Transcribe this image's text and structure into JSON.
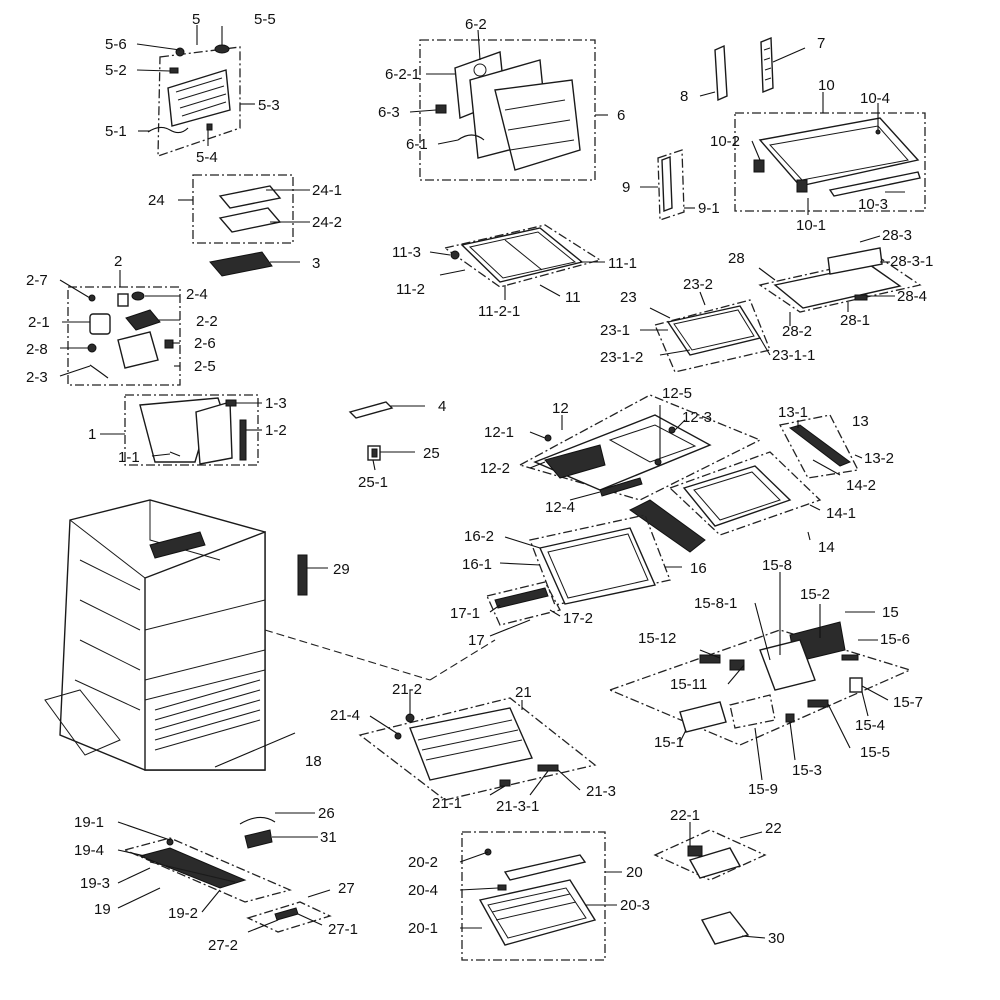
{
  "labels": [
    {
      "id": "5",
      "text": "5"
    },
    {
      "id": "5-5",
      "text": "5-5"
    },
    {
      "id": "5-6",
      "text": "5-6"
    },
    {
      "id": "5-2",
      "text": "5-2"
    },
    {
      "id": "5-3",
      "text": "5-3"
    },
    {
      "id": "5-1",
      "text": "5-1"
    },
    {
      "id": "5-4",
      "text": "5-4"
    },
    {
      "id": "6-2",
      "text": "6-2"
    },
    {
      "id": "6-2-1",
      "text": "6-2-1"
    },
    {
      "id": "6-3",
      "text": "6-3"
    },
    {
      "id": "6",
      "text": "6"
    },
    {
      "id": "6-1",
      "text": "6-1"
    },
    {
      "id": "7",
      "text": "7"
    },
    {
      "id": "8",
      "text": "8"
    },
    {
      "id": "10",
      "text": "10"
    },
    {
      "id": "10-4",
      "text": "10-4"
    },
    {
      "id": "10-2",
      "text": "10-2"
    },
    {
      "id": "9",
      "text": "9"
    },
    {
      "id": "9-1",
      "text": "9-1"
    },
    {
      "id": "10-3",
      "text": "10-3"
    },
    {
      "id": "10-1",
      "text": "10-1"
    },
    {
      "id": "24",
      "text": "24"
    },
    {
      "id": "24-1",
      "text": "24-1"
    },
    {
      "id": "24-2",
      "text": "24-2"
    },
    {
      "id": "3",
      "text": "3"
    },
    {
      "id": "11-3",
      "text": "11-3"
    },
    {
      "id": "11-1",
      "text": "11-1"
    },
    {
      "id": "11-2",
      "text": "11-2"
    },
    {
      "id": "11",
      "text": "11"
    },
    {
      "id": "11-2-1",
      "text": "11-2-1"
    },
    {
      "id": "28",
      "text": "28"
    },
    {
      "id": "28-3",
      "text": "28-3"
    },
    {
      "id": "28-3-1",
      "text": "28-3-1"
    },
    {
      "id": "28-4",
      "text": "28-4"
    },
    {
      "id": "28-2",
      "text": "28-2"
    },
    {
      "id": "28-1",
      "text": "28-1"
    },
    {
      "id": "23",
      "text": "23"
    },
    {
      "id": "23-2",
      "text": "23-2"
    },
    {
      "id": "23-1",
      "text": "23-1"
    },
    {
      "id": "23-1-2",
      "text": "23-1-2"
    },
    {
      "id": "23-1-1",
      "text": "23-1-1"
    },
    {
      "id": "2",
      "text": "2"
    },
    {
      "id": "2-7",
      "text": "2-7"
    },
    {
      "id": "2-4",
      "text": "2-4"
    },
    {
      "id": "2-1",
      "text": "2-1"
    },
    {
      "id": "2-2",
      "text": "2-2"
    },
    {
      "id": "2-6",
      "text": "2-6"
    },
    {
      "id": "2-8",
      "text": "2-8"
    },
    {
      "id": "2-5",
      "text": "2-5"
    },
    {
      "id": "2-3",
      "text": "2-3"
    },
    {
      "id": "1-3",
      "text": "1-3"
    },
    {
      "id": "1",
      "text": "1"
    },
    {
      "id": "1-2",
      "text": "1-2"
    },
    {
      "id": "1-1",
      "text": "1-1"
    },
    {
      "id": "4",
      "text": "4"
    },
    {
      "id": "25",
      "text": "25"
    },
    {
      "id": "25-1",
      "text": "25-1"
    },
    {
      "id": "12-5",
      "text": "12-5"
    },
    {
      "id": "12",
      "text": "12"
    },
    {
      "id": "12-3",
      "text": "12-3"
    },
    {
      "id": "12-1",
      "text": "12-1"
    },
    {
      "id": "12-2",
      "text": "12-2"
    },
    {
      "id": "12-4",
      "text": "12-4"
    },
    {
      "id": "13-1",
      "text": "13-1"
    },
    {
      "id": "13",
      "text": "13"
    },
    {
      "id": "13-2",
      "text": "13-2"
    },
    {
      "id": "14-2",
      "text": "14-2"
    },
    {
      "id": "14-1",
      "text": "14-1"
    },
    {
      "id": "14",
      "text": "14"
    },
    {
      "id": "16-2",
      "text": "16-2"
    },
    {
      "id": "16-1",
      "text": "16-1"
    },
    {
      "id": "16",
      "text": "16"
    },
    {
      "id": "29",
      "text": "29"
    },
    {
      "id": "17-1",
      "text": "17-1"
    },
    {
      "id": "17-2",
      "text": "17-2"
    },
    {
      "id": "17",
      "text": "17"
    },
    {
      "id": "15-8",
      "text": "15-8"
    },
    {
      "id": "15-8-1",
      "text": "15-8-1"
    },
    {
      "id": "15-2",
      "text": "15-2"
    },
    {
      "id": "15",
      "text": "15"
    },
    {
      "id": "15-12",
      "text": "15-12"
    },
    {
      "id": "15-6",
      "text": "15-6"
    },
    {
      "id": "15-11",
      "text": "15-11"
    },
    {
      "id": "15-7",
      "text": "15-7"
    },
    {
      "id": "15-4",
      "text": "15-4"
    },
    {
      "id": "15-1",
      "text": "15-1"
    },
    {
      "id": "15-5",
      "text": "15-5"
    },
    {
      "id": "15-3",
      "text": "15-3"
    },
    {
      "id": "15-9",
      "text": "15-9"
    },
    {
      "id": "21-2",
      "text": "21-2"
    },
    {
      "id": "21",
      "text": "21"
    },
    {
      "id": "21-4",
      "text": "21-4"
    },
    {
      "id": "18",
      "text": "18"
    },
    {
      "id": "21-3",
      "text": "21-3"
    },
    {
      "id": "21-1",
      "text": "21-1"
    },
    {
      "id": "21-3-1",
      "text": "21-3-1"
    },
    {
      "id": "26",
      "text": "26"
    },
    {
      "id": "19-1",
      "text": "19-1"
    },
    {
      "id": "31",
      "text": "31"
    },
    {
      "id": "19-4",
      "text": "19-4"
    },
    {
      "id": "19-3",
      "text": "19-3"
    },
    {
      "id": "27",
      "text": "27"
    },
    {
      "id": "19",
      "text": "19"
    },
    {
      "id": "19-2",
      "text": "19-2"
    },
    {
      "id": "27-1",
      "text": "27-1"
    },
    {
      "id": "27-2",
      "text": "27-2"
    },
    {
      "id": "22-1",
      "text": "22-1"
    },
    {
      "id": "22",
      "text": "22"
    },
    {
      "id": "20-2",
      "text": "20-2"
    },
    {
      "id": "20",
      "text": "20"
    },
    {
      "id": "20-4",
      "text": "20-4"
    },
    {
      "id": "20-3",
      "text": "20-3"
    },
    {
      "id": "20-1",
      "text": "20-1"
    },
    {
      "id": "30",
      "text": "30"
    }
  ]
}
